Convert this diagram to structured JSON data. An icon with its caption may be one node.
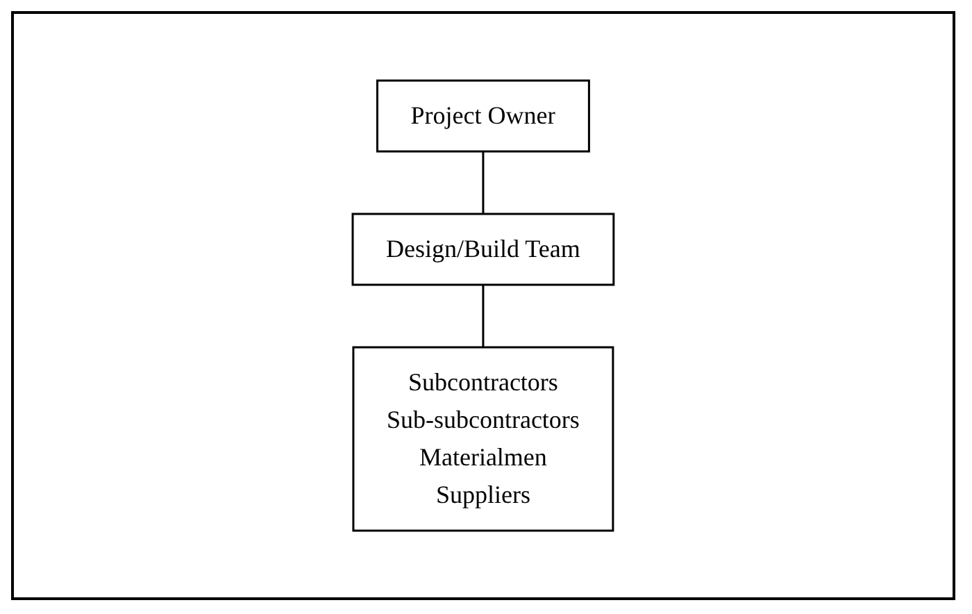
{
  "diagram": {
    "nodes": [
      {
        "text": [
          "Project Owner"
        ]
      },
      {
        "text": [
          "Design/Build Team"
        ]
      },
      {
        "text": [
          "Subcontractors",
          "Sub-subcontractors",
          "Materialmen",
          "Suppliers"
        ]
      }
    ],
    "edges": [
      {
        "from": 0,
        "to": 1,
        "arrow": "none"
      },
      {
        "from": 1,
        "to": 2,
        "arrow": "none"
      }
    ]
  }
}
